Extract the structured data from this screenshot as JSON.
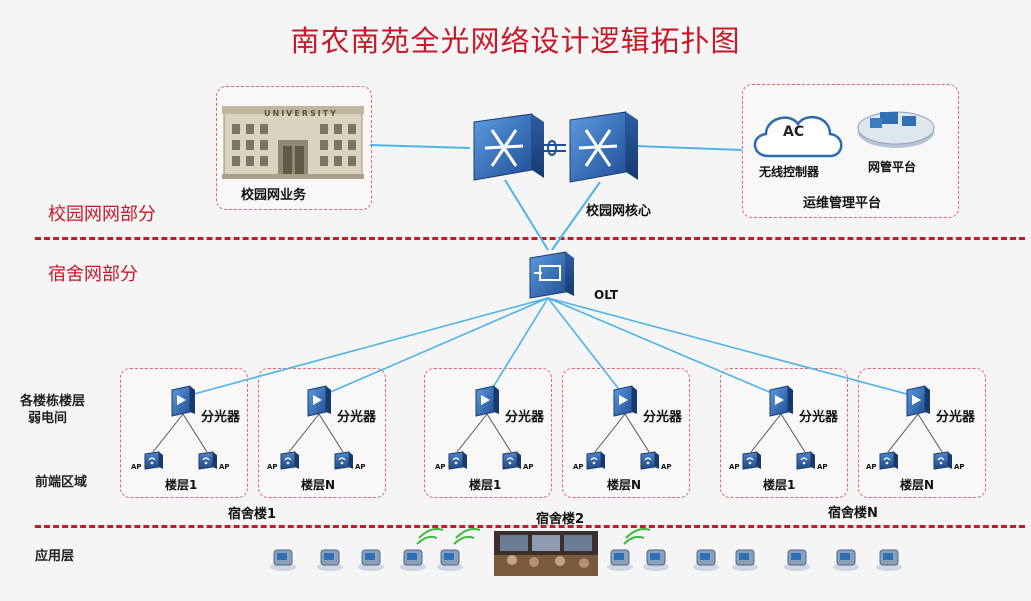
{
  "title": "南农南苑全光网络设计逻辑拓扑图",
  "sections": {
    "campus": "校园网网部分",
    "dorm": "宿舍网部分"
  },
  "row_labels": {
    "floor_room_line1": "各楼栋楼层",
    "floor_room_line2": "弱电间",
    "front_area": "前端区域",
    "app_layer": "应用层"
  },
  "campus": {
    "business_label": "校园网业务",
    "building_sign": "UNIVERSITY",
    "core_label": "校园网核心",
    "ops": {
      "group_label": "运维管理平台",
      "ac_text": "AC",
      "wireless_label": "无线控制器",
      "nms_label": "网管平台"
    }
  },
  "olt_label": "OLT",
  "units": [
    {
      "splitter": "分光器",
      "floor": "楼层1",
      "ap": "AP"
    },
    {
      "splitter": "分光器",
      "floor": "楼层N",
      "ap": "AP"
    },
    {
      "splitter": "分光器",
      "floor": "楼层1",
      "ap": "AP"
    },
    {
      "splitter": "分光器",
      "floor": "楼层N",
      "ap": "AP"
    },
    {
      "splitter": "分光器",
      "floor": "楼层1",
      "ap": "AP"
    },
    {
      "splitter": "分光器",
      "floor": "楼层N",
      "ap": "AP"
    }
  ],
  "buildings": [
    "宿舍楼1",
    "宿舍楼2",
    "宿舍楼N"
  ],
  "app_devices": [
    "ip-phone-icon",
    "desktop-phone-icon",
    "fax-icon",
    "wireless-handset-icon",
    "tablet-icon",
    "video-conference-photo",
    "mobile-phone-icon",
    "laptop-icon",
    "handset-icon",
    "desk-phone-icon",
    "printer-icon",
    "camera-icon",
    "dome-camera-icon"
  ],
  "colors": {
    "title_red": "#c8192b",
    "dashed_border": "#e0656f",
    "link_blue": "#4fb3e8",
    "device_blue": "#2f6fb3"
  }
}
